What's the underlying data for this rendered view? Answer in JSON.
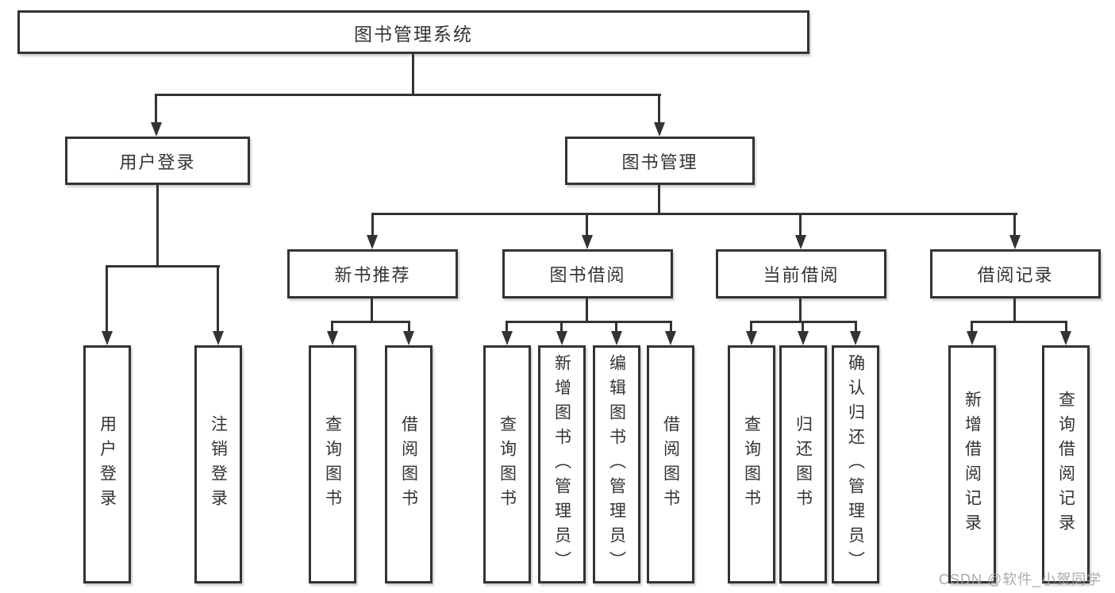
{
  "diagram": {
    "root": {
      "label": "图书管理系统"
    },
    "branches": [
      {
        "label": "用户登录",
        "children": [
          {
            "label": "用户登录"
          },
          {
            "label": "注销登录"
          }
        ]
      },
      {
        "label": "图书管理",
        "children": [
          {
            "label": "新书推荐",
            "children": [
              {
                "label": "查询图书"
              },
              {
                "label": "借阅图书"
              }
            ]
          },
          {
            "label": "图书借阅",
            "children": [
              {
                "label": "查询图书"
              },
              {
                "label": "新增图书（管理员）"
              },
              {
                "label": "编辑图书（管理员）"
              },
              {
                "label": "借阅图书"
              }
            ]
          },
          {
            "label": "当前借阅",
            "children": [
              {
                "label": "查询图书"
              },
              {
                "label": "归还图书"
              },
              {
                "label": "确认归还（管理员）"
              }
            ]
          },
          {
            "label": "借阅记录",
            "children": [
              {
                "label": "新增借阅记录"
              },
              {
                "label": "查询借阅记录"
              }
            ]
          }
        ]
      }
    ]
  },
  "watermark": {
    "text": "CSDN @软件_小贺同学"
  },
  "colors": {
    "line": "#333333",
    "box_border": "#333333",
    "text": "#333333",
    "background": "#ffffff",
    "watermark": "#a3a3a3"
  }
}
